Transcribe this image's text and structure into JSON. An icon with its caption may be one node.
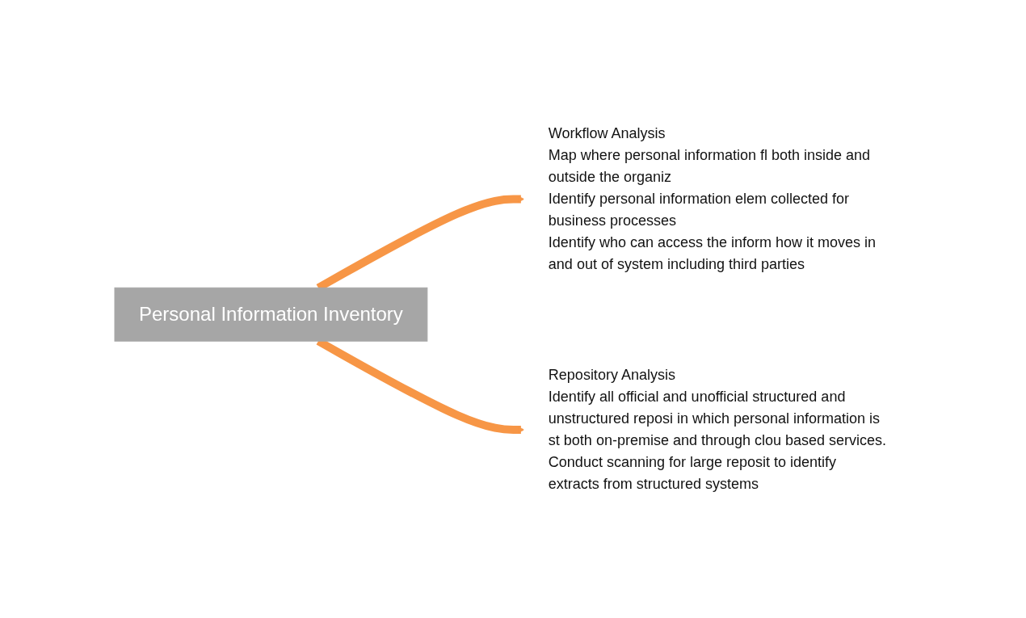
{
  "diagram": {
    "nodes": [
      {
        "text": [
          "Personal Information Inventory"
        ]
      },
      {
        "text": [
          "Workflow Analysis",
          "Map where personal information fl both inside and outside the organiz",
          "Identify personal information elem collected for business processes",
          "Identify who can access the inform how it moves in and out of system including third parties"
        ]
      },
      {
        "text": [
          "Repository Analysis",
          "Identify all official and unofficial structured and unstructured reposi in which personal information is st both on-premise and through clou based services.",
          "Conduct scanning for large reposit to identify extracts from structured systems"
        ]
      }
    ],
    "edges": [
      {
        "from": 0,
        "to": 1,
        "arrow": "to"
      },
      {
        "from": 0,
        "to": 2,
        "arrow": "to"
      }
    ]
  }
}
